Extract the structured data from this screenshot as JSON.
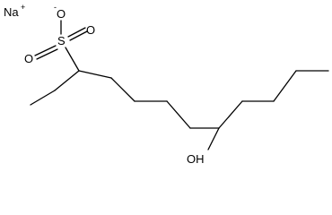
{
  "structure": {
    "atoms": {
      "sodium": "Na",
      "sodium_charge": "+",
      "oxygen_anion": "O",
      "oxygen_anion_charge": "-",
      "sulfur": "S",
      "oxygen_double": "O",
      "oxygen_lower": "O",
      "hydroxyl": "OH"
    }
  }
}
